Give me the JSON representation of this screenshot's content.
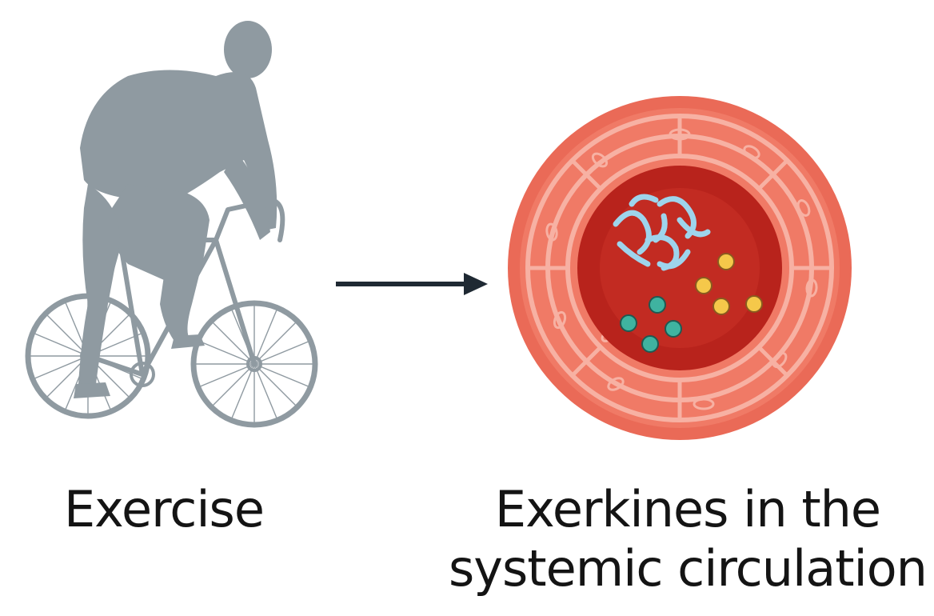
{
  "labels": {
    "left": "Exercise",
    "right_line1": "Exerkines in the",
    "right_line2": "systemic circulation"
  },
  "icons": {
    "left": "cyclist-icon",
    "arrow": "arrow-right-icon",
    "right": "blood-vessel-cross-section-icon"
  },
  "colors": {
    "cyclist": "#8f9aa1",
    "arrow": "#1f2933",
    "vessel_outer": "#e86452",
    "vessel_lumen": "#b8231c",
    "molecule_strand": "#9ed4ec",
    "particle_yellow": "#f5c84a",
    "particle_teal": "#3fb3a0"
  }
}
